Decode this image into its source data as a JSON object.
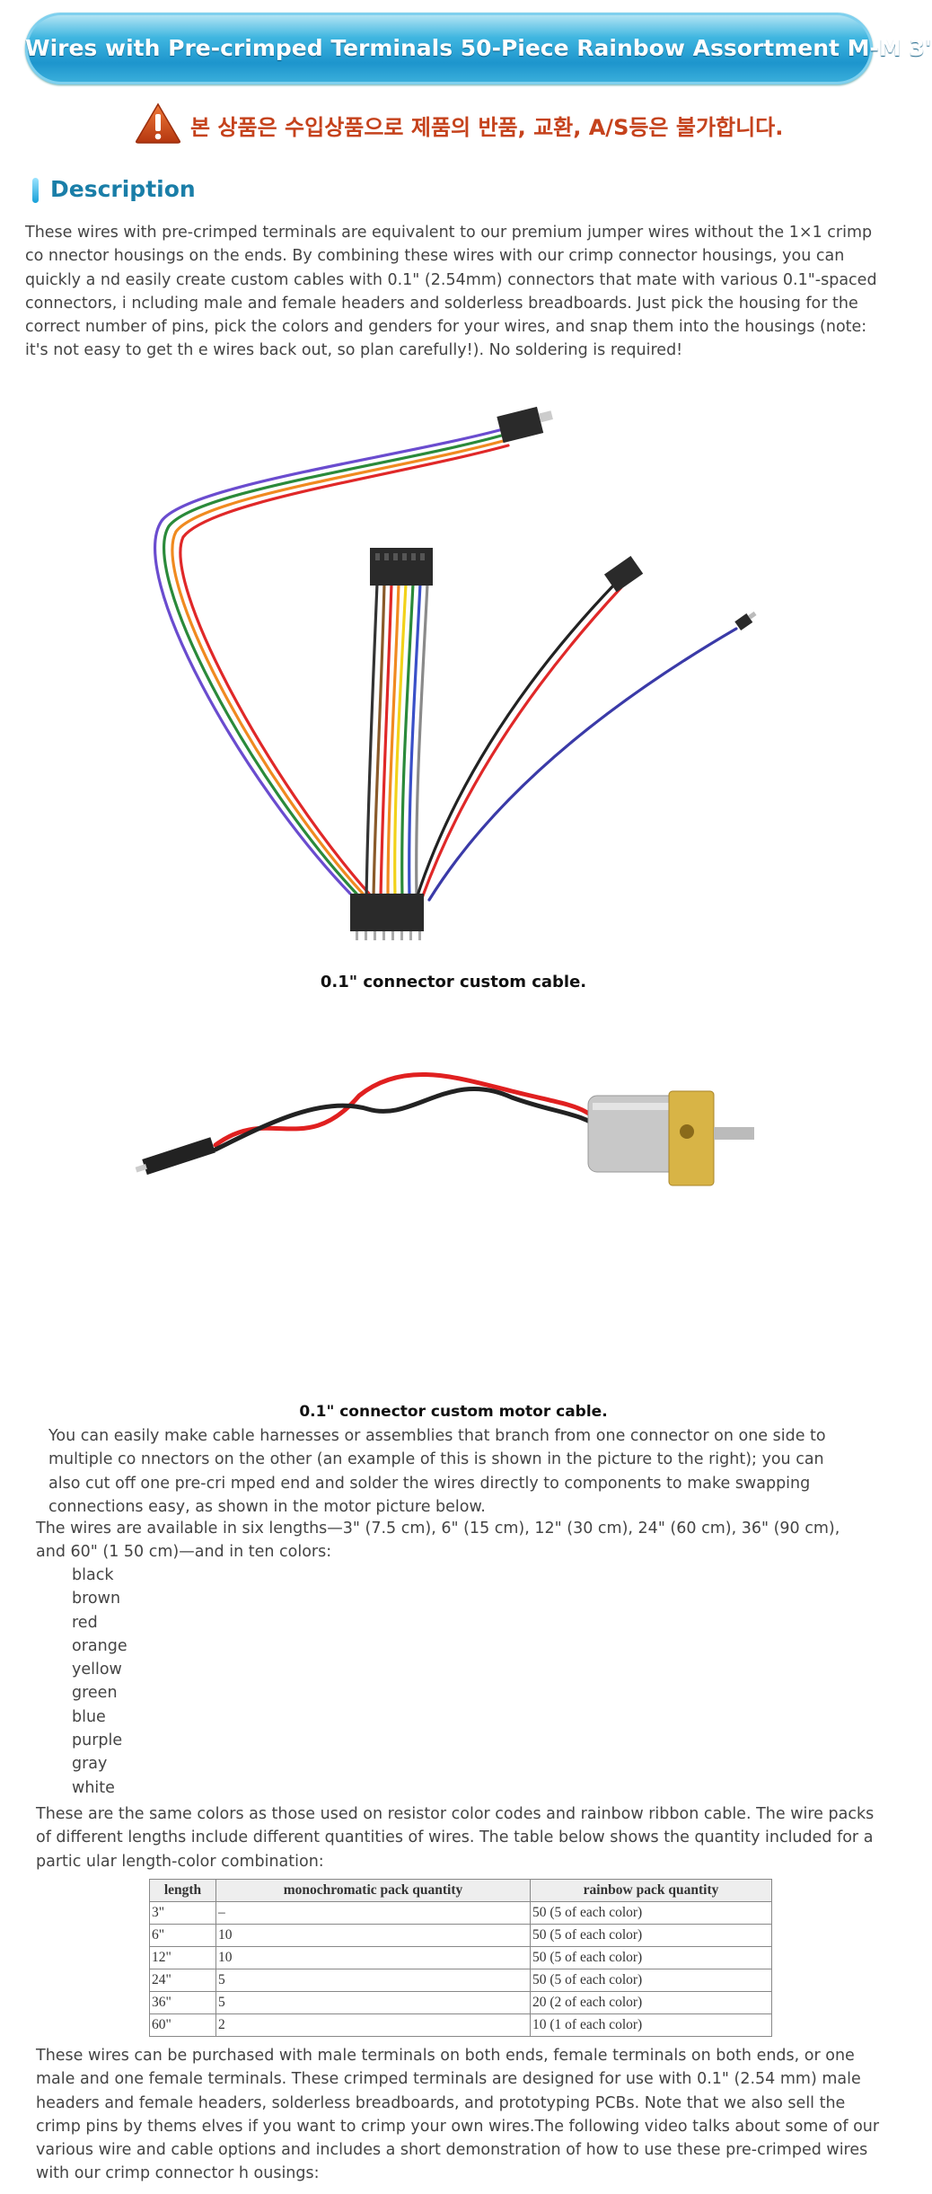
{
  "banner": {
    "title": "Wires with Pre-crimped Terminals 50-Piece Rainbow Assortment M-M 3'"
  },
  "notice": {
    "icon": "warning-icon",
    "text": "본 상품은 수입상품으로 제품의 반품, 교환, A/S등은 불가합니다."
  },
  "description": {
    "heading": "Description",
    "intro": "These wires with pre-crimped terminals are equivalent to our premium jumper wires without the 1×1 crimp co nnector housings on the ends. By combining these wires with our crimp connector housings, you can quickly a nd easily create custom cables with 0.1\" (2.54mm) connectors that mate with various 0.1\"-spaced connectors, i ncluding male and female headers and solderless breadboards. Just pick the housing for the correct number of pins, pick the colors and genders for your wires, and snap them into the housings (note: it's not easy to get th e wires back out, so plan carefully!). No soldering is required!",
    "caption1": "0.1\" connector custom cable.",
    "caption2": "0.1\" connector custom motor cable.",
    "harness": "You can easily make cable harnesses or assemblies that branch from one connector on one side to multiple co nnectors on the other (an example of this is shown in the picture to the right); you can also cut off one pre-cri mped end and solder the wires directly to components to make swapping connections easy, as shown in the motor picture below.",
    "lengths": "The wires are available in six lengths—3\" (7.5 cm), 6\" (15 cm), 12\" (30 cm), 24\" (60 cm), 36\" (90 cm), and 60\" (1 50 cm)—and in ten colors:",
    "colors": [
      "black",
      "brown",
      "red",
      "orange",
      "yellow",
      "green",
      "blue",
      "purple",
      "gray",
      "white"
    ],
    "same_colors": "These are the same colors as those used on resistor color codes and rainbow ribbon cable. The wire packs of different lengths include different quantities of wires. The table below shows the quantity included for a partic ular length-color combination:",
    "table": {
      "headers": [
        "length",
        "monochromatic pack quantity",
        "rainbow pack quantity"
      ],
      "rows": [
        [
          "3\"",
          "–",
          "50 (5 of each color)"
        ],
        [
          "6\"",
          "10",
          "50 (5 of each color)"
        ],
        [
          "12\"",
          "10",
          "50 (5 of each color)"
        ],
        [
          "24\"",
          "5",
          "50 (5 of each color)"
        ],
        [
          "36\"",
          "5",
          "20 (2 of each color)"
        ],
        [
          "60\"",
          "2",
          "10 (1 of each color)"
        ]
      ]
    },
    "purchase": "These wires can be purchased with male terminals on both ends, female terminals on both ends, or one male and one female terminals. These crimped terminals are designed for use with 0.1\" (2.54 mm) male headers and female headers, solderless breadboards, and prototyping PCBs. Note that we also sell the crimp pins by thems elves if you want to crimp your own wires.The following video talks about some of our various wire and cable options and includes a short demonstration of how to use these pre-crimped wires with our crimp connector h ousings:"
  },
  "colors": {
    "banner_blue": "#1d95cd",
    "notice_red": "#c5421c",
    "heading_blue": "#1a7ea8"
  }
}
